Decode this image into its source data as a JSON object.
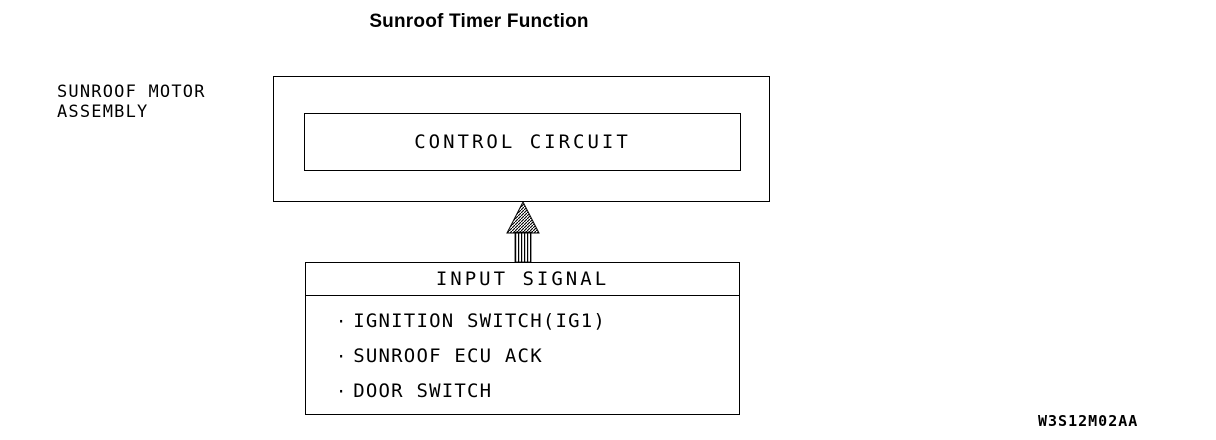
{
  "title": "Sunroof Timer Function",
  "labels": {
    "motor_assembly_line1": "SUNROOF MOTOR",
    "motor_assembly_line2": "ASSEMBLY"
  },
  "control_circuit": {
    "label": "CONTROL CIRCUIT"
  },
  "input_signal": {
    "header": "INPUT SIGNAL",
    "bullet": "·",
    "items": [
      {
        "text": "IGNITION SWITCH(IG1)"
      },
      {
        "text": "SUNROOF ECU ACK"
      },
      {
        "text": "DOOR SWITCH"
      }
    ]
  },
  "arrow": {
    "direction": "up",
    "style": "hatched"
  },
  "figure_code": "W3S12M02AA",
  "colors": {
    "background": "#ffffff",
    "line": "#000000",
    "text": "#000000"
  }
}
